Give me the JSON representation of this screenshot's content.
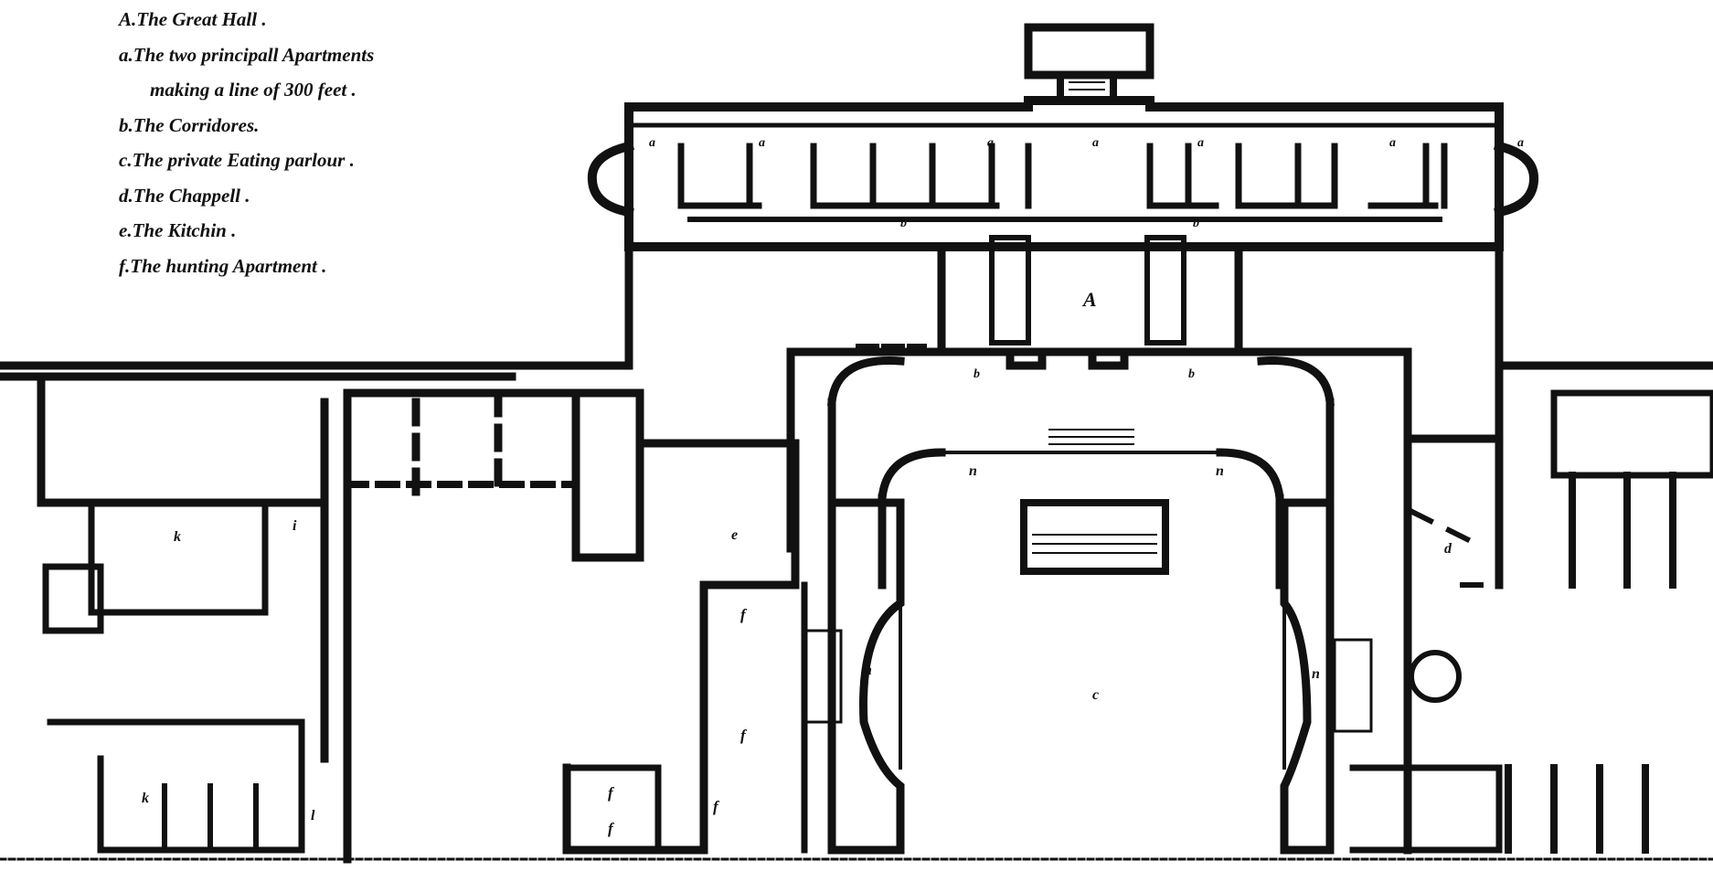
{
  "legend": {
    "items": [
      "A.The Great Hall .",
      "a.The two principall Apartments",
      "making a line of 300 feet .",
      "b.The Corridores.",
      "c.The private Eating parlour .",
      "d.The Chappell .",
      "e.The Kitchin .",
      "f.The hunting Apartment ."
    ]
  },
  "room_labels": {
    "great_hall": "A",
    "apartment": "a",
    "corridor": "b",
    "parlour": "c",
    "chapel": "d",
    "kitchen": "e",
    "hunting": "f",
    "i": "i",
    "k": "k",
    "l": "l",
    "n": "n"
  },
  "colors": {
    "ink": "#111111",
    "paper": "#ffffff"
  }
}
